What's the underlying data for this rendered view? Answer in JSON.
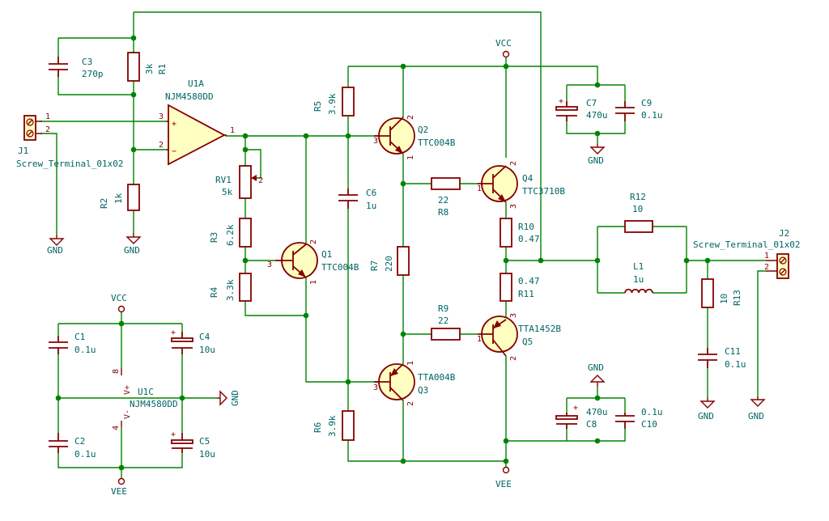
{
  "components": {
    "U1A": {
      "ref": "U1A",
      "value": "NJM4580DD",
      "pin_plus": "+",
      "pin_minus": "−",
      "pin3": "3",
      "pin2": "2",
      "pin1": "1"
    },
    "U1C": {
      "ref": "U1C",
      "value": "NJM4580DD",
      "vplus": "V+",
      "vminus": "V-",
      "pin8": "8",
      "pin4": "4"
    },
    "J1": {
      "ref": "J1",
      "value": "Screw_Terminal_01x02",
      "pin1": "1",
      "pin2": "2"
    },
    "J2": {
      "ref": "J2",
      "value": "Screw_Terminal_01x02",
      "pin1": "1",
      "pin2": "2"
    },
    "R1": {
      "ref": "R1",
      "value": "3k"
    },
    "R2": {
      "ref": "R2",
      "value": "1k"
    },
    "R3": {
      "ref": "R3",
      "value": "6.2k"
    },
    "R4": {
      "ref": "R4",
      "value": "3.3k"
    },
    "R5": {
      "ref": "R5",
      "value": "3.9k"
    },
    "R6": {
      "ref": "R6",
      "value": "3.9k"
    },
    "R7": {
      "ref": "R7",
      "value": "220"
    },
    "R8": {
      "ref": "R8",
      "value": "22"
    },
    "R9": {
      "ref": "R9",
      "value": "22"
    },
    "R10": {
      "ref": "R10",
      "value": "0.47"
    },
    "R11": {
      "ref": "R11",
      "value": "0.47"
    },
    "R12": {
      "ref": "R12",
      "value": "10"
    },
    "R13": {
      "ref": "R13",
      "value": "10"
    },
    "RV1": {
      "ref": "RV1",
      "value": "5k",
      "pin2": "2"
    },
    "C1": {
      "ref": "C1",
      "value": "0.1u"
    },
    "C2": {
      "ref": "C2",
      "value": "0.1u"
    },
    "C3": {
      "ref": "C3",
      "value": "270p"
    },
    "C4": {
      "ref": "C4",
      "value": "10u"
    },
    "C5": {
      "ref": "C5",
      "value": "10u"
    },
    "C6": {
      "ref": "C6",
      "value": "1u"
    },
    "C7": {
      "ref": "C7",
      "value": "470u"
    },
    "C8": {
      "ref": "C8",
      "value": "470u"
    },
    "C9": {
      "ref": "C9",
      "value": "0.1u"
    },
    "C10": {
      "ref": "C10",
      "value": "0.1u"
    },
    "C11": {
      "ref": "C11",
      "value": "0.1u"
    },
    "L1": {
      "ref": "L1",
      "value": "1u"
    },
    "Q1": {
      "ref": "Q1",
      "value": "TTC004B",
      "pin1": "1",
      "pin2": "2",
      "pin3": "3"
    },
    "Q2": {
      "ref": "Q2",
      "value": "TTC004B",
      "pin1": "1",
      "pin2": "2",
      "pin3": "3"
    },
    "Q3": {
      "ref": "Q3",
      "value": "TTA004B",
      "pin1": "1",
      "pin2": "2",
      "pin3": "3"
    },
    "Q4": {
      "ref": "Q4",
      "value": "TTC3710B",
      "pin1": "1",
      "pin2": "2",
      "pin3": "3"
    },
    "Q5": {
      "ref": "Q5",
      "value": "TTA1452B",
      "pin1": "1",
      "pin2": "2",
      "pin3": "3"
    }
  },
  "power": {
    "vcc": "VCC",
    "vee": "VEE",
    "gnd": "GND",
    "plus": "+"
  }
}
